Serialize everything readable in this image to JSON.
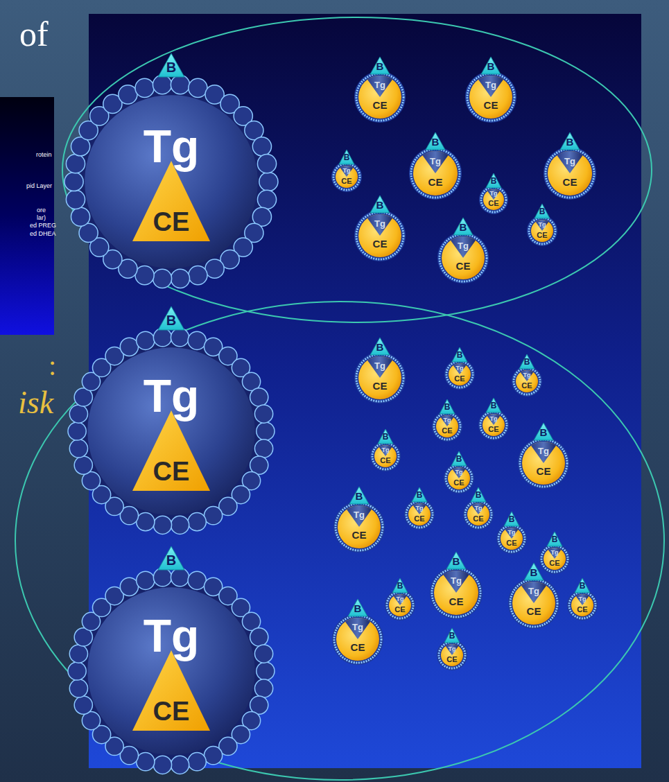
{
  "diagram": {
    "nodes": [
      {
        "text": [
          "rotein",
          "pid Layer",
          "ore lar)",
          "ed PREG",
          "ed DHEA"
        ]
      },
      {
        "text": [
          "B",
          "Tg",
          "CE"
        ]
      },
      {
        "text": [
          "B",
          "Tg",
          "CE"
        ]
      },
      {
        "text": [
          "B",
          "Tg",
          "CE"
        ]
      },
      {
        "text": [
          "B",
          "Tg",
          "CE"
        ]
      },
      {
        "text": [
          "B",
          "Tg",
          "CE"
        ]
      },
      {
        "text": [
          "B",
          "Tg",
          "CE"
        ]
      },
      {
        "text": [
          "B",
          "Tg",
          "CE"
        ]
      },
      {
        "text": [
          "B",
          "Tg",
          "CE"
        ]
      },
      {
        "text": [
          "B",
          "Tg",
          "CE"
        ]
      },
      {
        "text": [
          "B",
          "Tg",
          "CE"
        ]
      },
      {
        "text": [
          "B",
          "Tg",
          "CE"
        ]
      },
      {
        "text": [
          "B",
          "Tg",
          "CE"
        ]
      },
      {
        "text": [
          "B",
          "Tg",
          "CE"
        ]
      },
      {
        "text": [
          "B",
          "Tg",
          "CE"
        ]
      },
      {
        "text": [
          "B",
          "Tg",
          "CE"
        ]
      },
      {
        "text": [
          "B",
          "Tg",
          "CE"
        ]
      },
      {
        "text": [
          "B",
          "Tg",
          "CE"
        ]
      },
      {
        "text": [
          "B",
          "Tg",
          "CE"
        ]
      },
      {
        "text": [
          "B",
          "Tg",
          "CE"
        ]
      },
      {
        "text": [
          "B",
          "Tg",
          "CE"
        ]
      },
      {
        "text": [
          "B",
          "Tg",
          "CE"
        ]
      },
      {
        "text": [
          "B",
          "Tg",
          "CE"
        ]
      },
      {
        "text": [
          "B",
          "Tg",
          "CE"
        ]
      },
      {
        "text": [
          "B",
          "Tg",
          "CE"
        ]
      },
      {
        "text": [
          "B",
          "Tg",
          "CE"
        ]
      },
      {
        "text": [
          "B",
          "Tg",
          "CE"
        ]
      },
      {
        "text": [
          "B",
          "Tg",
          "CE"
        ]
      },
      {
        "text": [
          "B",
          "Tg",
          "CE"
        ]
      },
      {
        "text": [
          "B",
          "Tg",
          "CE"
        ]
      },
      {
        "text": [
          "B",
          "Tg",
          "CE"
        ]
      },
      {
        "text": [
          "B",
          "Tg",
          "CE"
        ]
      }
    ],
    "labels": [
      "of",
      ":",
      "isk"
    ]
  }
}
